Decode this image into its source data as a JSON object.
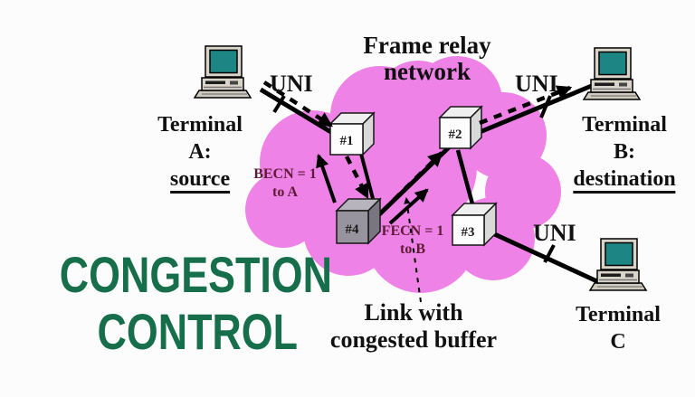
{
  "title": {
    "line1": "CONGESTION",
    "line2": "CONTROL",
    "color": "#166f4a"
  },
  "network": {
    "label_line1": "Frame relay",
    "label_line2": "network",
    "cloud_color": "#ee82e6",
    "nodes": {
      "n1": "#1",
      "n2": "#2",
      "n3": "#3",
      "n4": "#4"
    }
  },
  "terminals": {
    "a": {
      "line1": "Terminal",
      "line2": "A:",
      "line3": "source"
    },
    "b": {
      "line1": "Terminal",
      "line2": "B:",
      "line3": "destination"
    },
    "c": {
      "line1": "Terminal",
      "line2": "C"
    },
    "screen_color": "#1e8585"
  },
  "uni": {
    "a": "UNI",
    "b": "UNI",
    "c": "UNI"
  },
  "annotations": {
    "becn": {
      "line1": "BECN = 1",
      "line2": "to A"
    },
    "fecn": {
      "line1": "FECN = 1",
      "line2": "to B"
    },
    "congested_link": {
      "line1": "Link with",
      "line2": "congested buffer"
    },
    "text_color": "#5d1b38"
  }
}
